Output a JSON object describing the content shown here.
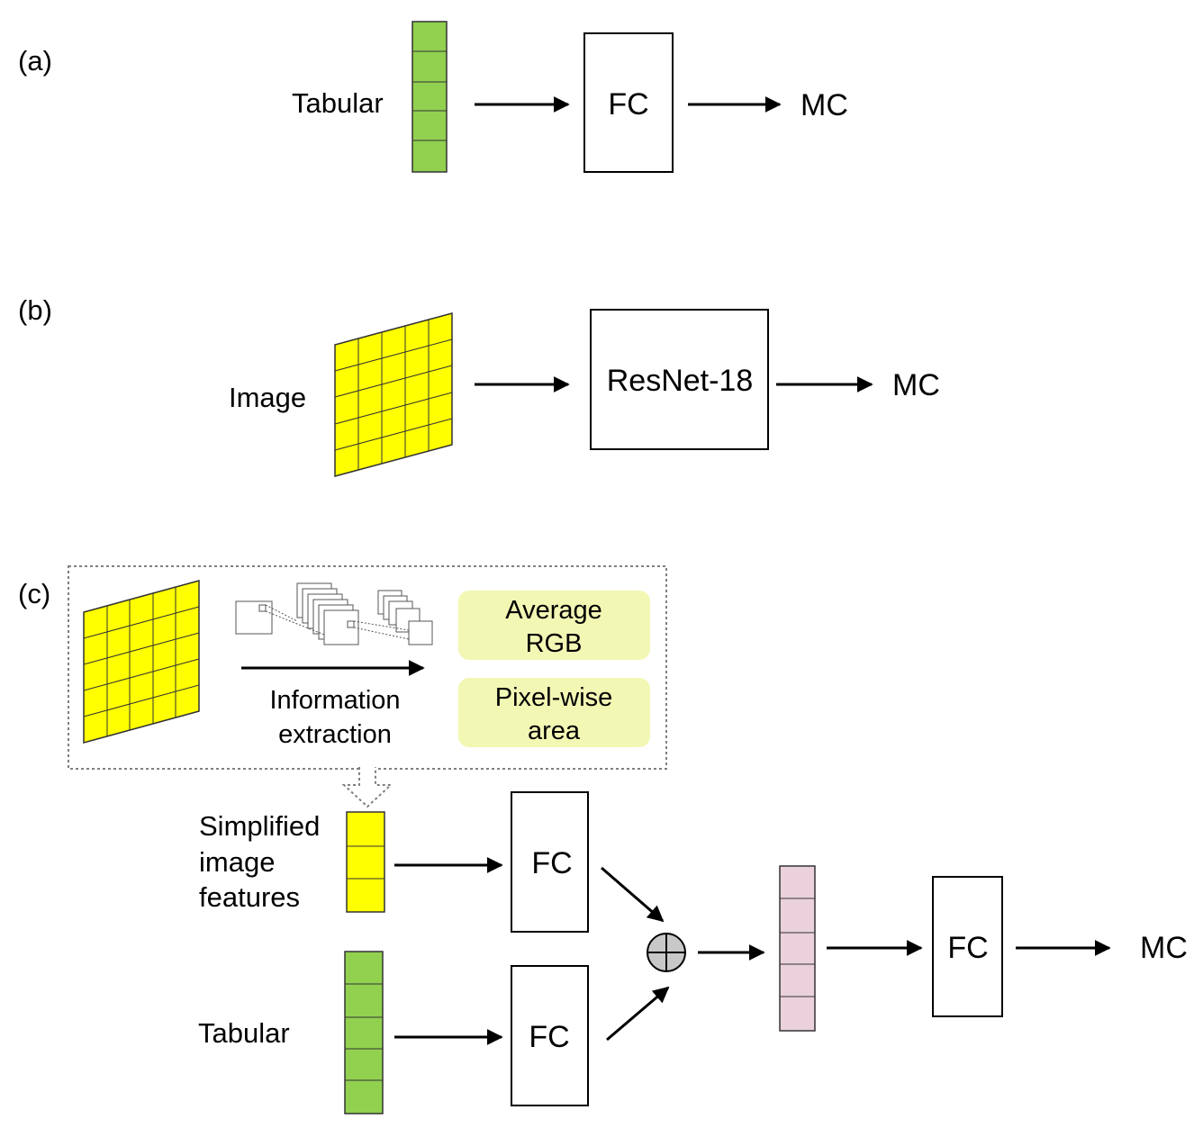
{
  "colors": {
    "tabular_green": "#92d050",
    "image_yellow": "#ffff00",
    "feature_box_fill": "#f2f7b4",
    "concat_pink": "#ead1dc",
    "plus_node_fill": "#c8c8c8",
    "dashed_border": "#808080"
  },
  "panel_a": {
    "tag": "(a)",
    "input_label": "Tabular",
    "block_label": "FC",
    "output_label": "MC"
  },
  "panel_b": {
    "tag": "(b)",
    "input_label": "Image",
    "block_label": "ResNet-18",
    "output_label": "MC"
  },
  "panel_c": {
    "tag": "(c)",
    "extraction_label_line1": "Information",
    "extraction_label_line2": "extraction",
    "feature1_line1": "Average",
    "feature1_line2": "RGB",
    "feature2_line1": "Pixel-wise",
    "feature2_line2": "area",
    "simplified_line1": "Simplified",
    "simplified_line2": "image",
    "simplified_line3": "features",
    "tabular_label": "Tabular",
    "fc_image_label": "FC",
    "fc_tabular_label": "FC",
    "fc_final_label": "FC",
    "output_label": "MC"
  }
}
